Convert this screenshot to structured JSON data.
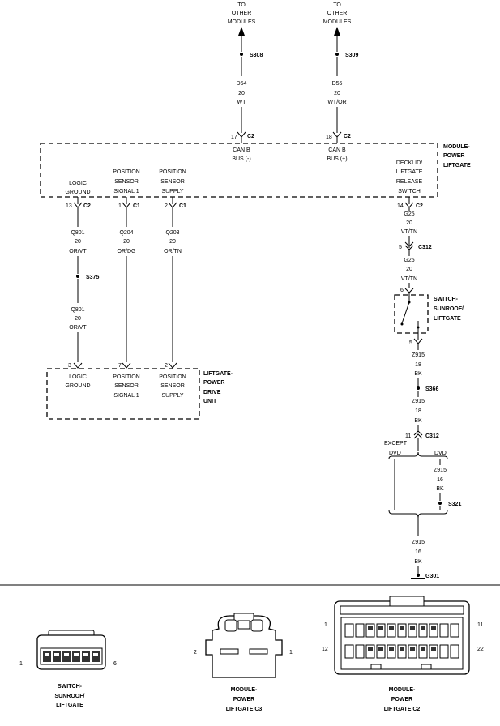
{
  "top_left": {
    "dest": [
      "TO",
      "OTHER",
      "MODULES"
    ],
    "splice": "S308",
    "wire": [
      "D54",
      "20",
      "WT"
    ],
    "pin": "17",
    "conn": "C2",
    "label": [
      "CAN B",
      "BUS (-)"
    ]
  },
  "top_right": {
    "dest": [
      "TO",
      "OTHER",
      "MODULES"
    ],
    "splice": "S309",
    "wire": [
      "D55",
      "20",
      "WT/OR"
    ],
    "pin": "18",
    "conn": "C2",
    "label": [
      "CAN B",
      "BUS (+)"
    ]
  },
  "module": {
    "name": [
      "MODULE-",
      "POWER",
      "LIFTGATE"
    ],
    "pins": [
      {
        "label": [
          "LOGIC",
          "GROUND"
        ],
        "pin": "13",
        "conn": "C2"
      },
      {
        "label": [
          "POSITION",
          "SENSOR",
          "SIGNAL 1"
        ],
        "pin": "1",
        "conn": "C1"
      },
      {
        "label": [
          "POSITION",
          "SENSOR",
          "SUPPLY"
        ],
        "pin": "2",
        "conn": "C1"
      },
      {
        "label": [
          "DECKLID/",
          "LIFTGATE",
          "RELEASE",
          "SWITCH"
        ],
        "pin": "14",
        "conn": "C2"
      }
    ]
  },
  "wires_lower": {
    "q801_a": [
      "Q801",
      "20",
      "OR/VT"
    ],
    "s375": "S375",
    "q801_b": [
      "Q801",
      "20",
      "OR/VT"
    ],
    "q204": [
      "Q204",
      "20",
      "OR/DG"
    ],
    "q203": [
      "Q203",
      "20",
      "OR/TN"
    ]
  },
  "drive_unit": {
    "name": [
      "LIFTGATE-",
      "POWER",
      "DRIVE",
      "UNIT"
    ],
    "pins": [
      {
        "label": [
          "LOGIC",
          "GROUND"
        ],
        "pin": "3"
      },
      {
        "label": [
          "POSITION",
          "SENSOR",
          "SIGNAL 1"
        ],
        "pin": "7"
      },
      {
        "label": [
          "POSITION",
          "SENSOR",
          "SUPPLY"
        ],
        "pin": "2"
      }
    ]
  },
  "right_chain": {
    "g25_a": [
      "G25",
      "20",
      "VT/TN"
    ],
    "c312_pin": "5",
    "c312": "C312",
    "g25_b": [
      "G25",
      "20",
      "VT/TN"
    ],
    "switch_pin_top": "6",
    "switch_name": [
      "SWITCH-",
      "SUNROOF/",
      "LIFTGATE"
    ],
    "switch_pin_bottom": "5",
    "z915_a": [
      "Z915",
      "18",
      "BK"
    ],
    "s366": "S366",
    "z915_b": [
      "Z915",
      "18",
      "BK"
    ],
    "c312b_pin": "11",
    "c312b": "C312",
    "except": [
      "EXCEPT",
      "DVD"
    ],
    "dvd": "DVD",
    "z915_c": [
      "Z915",
      "16",
      "BK"
    ],
    "s321": "S321",
    "z915_d": [
      "Z915",
      "16",
      "BK"
    ],
    "g301": "G301"
  },
  "connector_views": [
    {
      "name": [
        "SWITCH-",
        "SUNROOF/",
        "LIFTGATE"
      ],
      "pins": [
        "1",
        "6"
      ]
    },
    {
      "name": [
        "MODULE-",
        "POWER",
        "LIFTGATE C3"
      ],
      "pins": [
        "2",
        "1"
      ]
    },
    {
      "name": [
        "MODULE-",
        "POWER",
        "LIFTGATE C2"
      ],
      "pins": [
        "1",
        "11",
        "12",
        "22"
      ]
    }
  ]
}
